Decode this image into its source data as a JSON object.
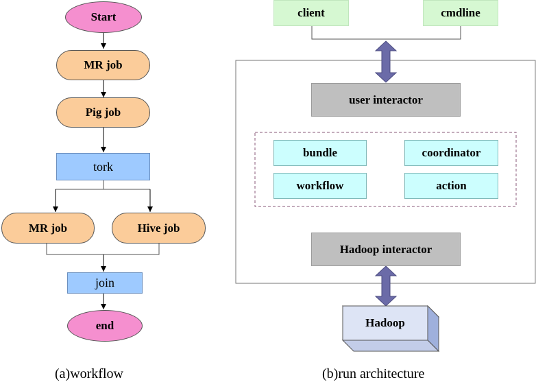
{
  "workflow": {
    "start": "Start",
    "mr_job_1": "MR job",
    "pig_job": "Pig job",
    "fork": "tork",
    "mr_job_2": "MR job",
    "hive_job": "Hive job",
    "join": "join",
    "end": "end",
    "caption": "(a)workflow"
  },
  "architecture": {
    "client": "client",
    "cmdline": "cmdline",
    "user_interactor": "user interactor",
    "bundle": "bundle",
    "coordinator": "coordinator",
    "workflow": "workflow",
    "action": "action",
    "hadoop_interactor": "Hadoop interactor",
    "hadoop": "Hadoop",
    "caption": "(b)run architecture"
  },
  "colors": {
    "terminal": "#f58fcf",
    "job": "#fbcc9a",
    "control": "#9ecaff",
    "interactor": "#bfbfbf",
    "client": "#d6f8d2",
    "component": "#ccfefe",
    "hadoop_box": "#dde4f5",
    "double_arrow": "#6b6ba8"
  }
}
